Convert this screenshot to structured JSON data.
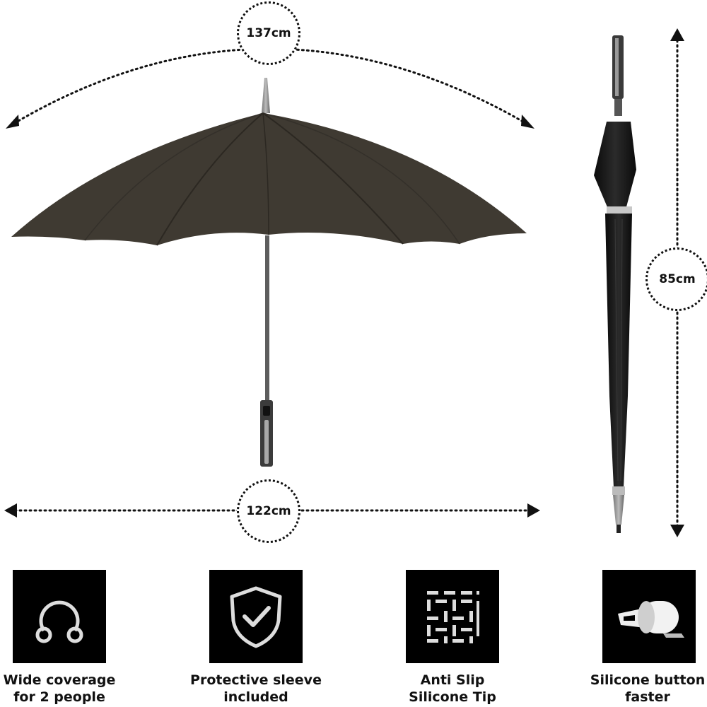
{
  "dimensions": {
    "open_arc": "137cm",
    "open_span": "122cm",
    "closed_length": "85cm"
  },
  "features": [
    {
      "icon": "coverage-icon",
      "line1": "Wide coverage",
      "line2": "for 2 people"
    },
    {
      "icon": "shield-check-icon",
      "line1": "Protective sleeve",
      "line2": "included"
    },
    {
      "icon": "weave-grid-icon",
      "line1": "Anti Slip",
      "line2": "Silicone Tip"
    },
    {
      "icon": "button-roll-icon",
      "line1": "Silicone button",
      "line2": "faster"
    }
  ],
  "colors": {
    "canopy": "#3f3a32",
    "closed_umbrella": "#1a1a1a",
    "tile_background": "#000000"
  }
}
